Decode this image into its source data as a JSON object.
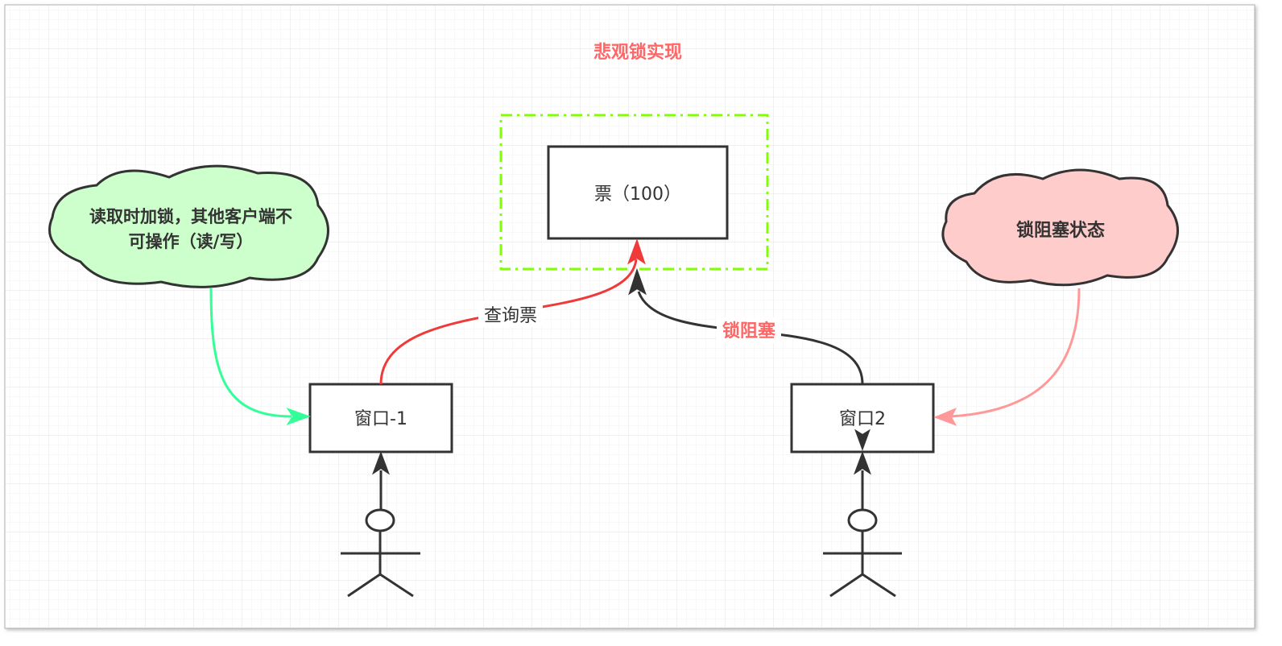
{
  "diagram": {
    "title": "悲观锁实现",
    "ticket_box": {
      "label": "票（100）"
    },
    "cloud_left": {
      "line1": "读取时加锁，其他客户端不",
      "line2": "可操作（读/写）"
    },
    "cloud_right": {
      "label": "锁阻塞状态"
    },
    "window1": {
      "label": "窗口-1"
    },
    "window2": {
      "label": "窗口2"
    },
    "edge_query": {
      "label": "查询票"
    },
    "edge_block": {
      "label": "锁阻塞"
    },
    "colors": {
      "title": "#ff6666",
      "red_arrow": "#f03a3a",
      "green_arrow": "#33ff99",
      "pink_arrow": "#ff9999",
      "dark": "#333333",
      "dashed_border": "#80ff00",
      "cloud_left_fill": "#ccffcc",
      "cloud_right_fill": "#ffcccc"
    },
    "icons": [
      "stick-figure-icon",
      "stick-figure-icon"
    ]
  }
}
